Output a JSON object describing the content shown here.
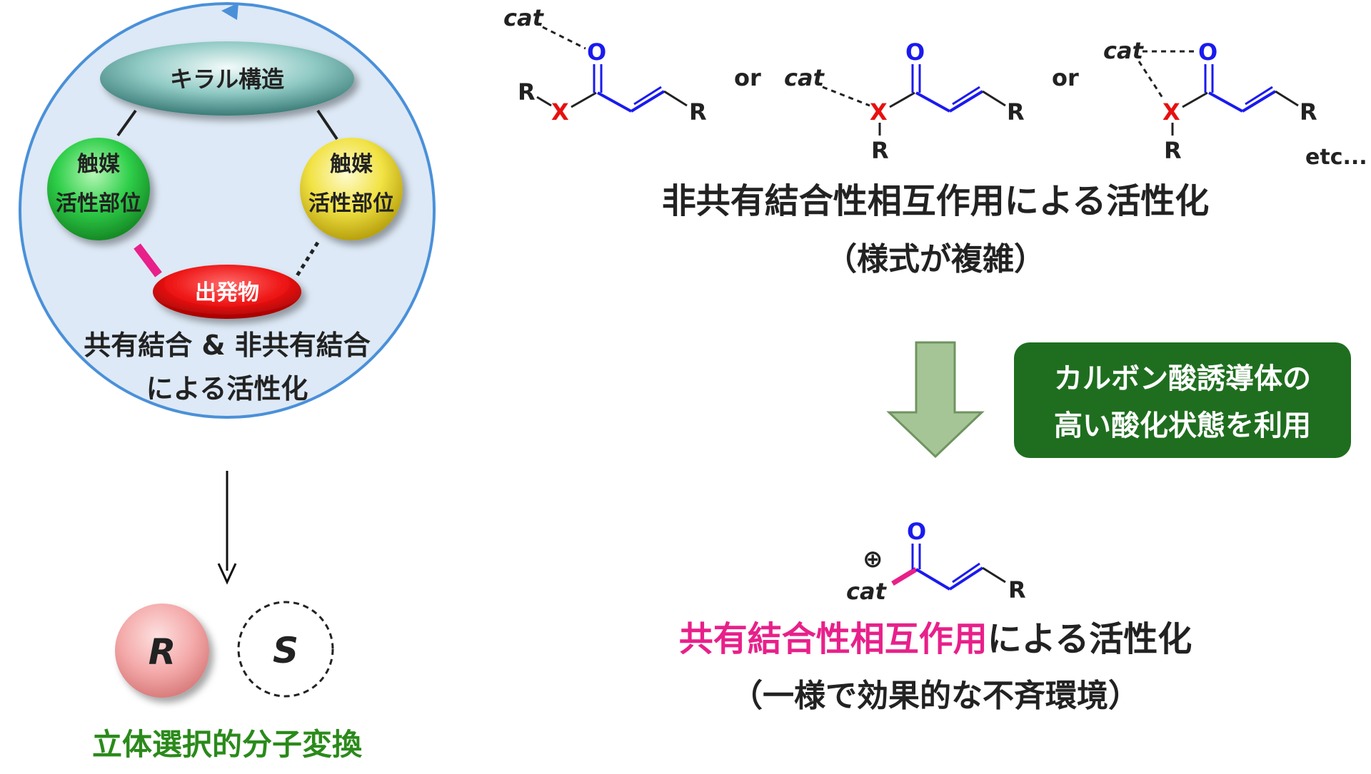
{
  "left": {
    "chiral_structure": "キラル構造",
    "catalyst_left": {
      "line1": "触媒",
      "line2": "活性部位"
    },
    "catalyst_right": {
      "line1": "触媒",
      "line2": "活性部位"
    },
    "starting_material": "出発物",
    "activation_line1": "共有結合 & 非共有結合",
    "activation_line2": "による活性化",
    "r_label": "R",
    "s_label": "S",
    "stereo_label": "立体選択的分子変換"
  },
  "right": {
    "or1": "or",
    "or2": "or",
    "etc": "etc...",
    "cat": "cat",
    "atom_o": "O",
    "atom_x": "X",
    "atom_r": "R",
    "plus": "⊕",
    "noncovalent_title": "非共有結合性相互作用による活性化",
    "noncovalent_sub": "（様式が複雑）",
    "box_line1": "カルボン酸誘導体の",
    "box_line2": "高い酸化状態を利用",
    "covalent_title_colored": "共有結合性相互作用",
    "covalent_title_rest": "による活性化",
    "covalent_sub": "（一様で効果的な不斉環境）"
  },
  "colors": {
    "blue": "#1a1aee",
    "red": "#e81010",
    "magenta": "#e8208a",
    "green_dark": "#1f6e1f",
    "green_text": "#2a8a1a",
    "circle_fill": "#dde9f6",
    "circle_stroke": "#4a90d9",
    "teal": "#2e7d7a",
    "arrow_green": "#9fbf8f"
  }
}
